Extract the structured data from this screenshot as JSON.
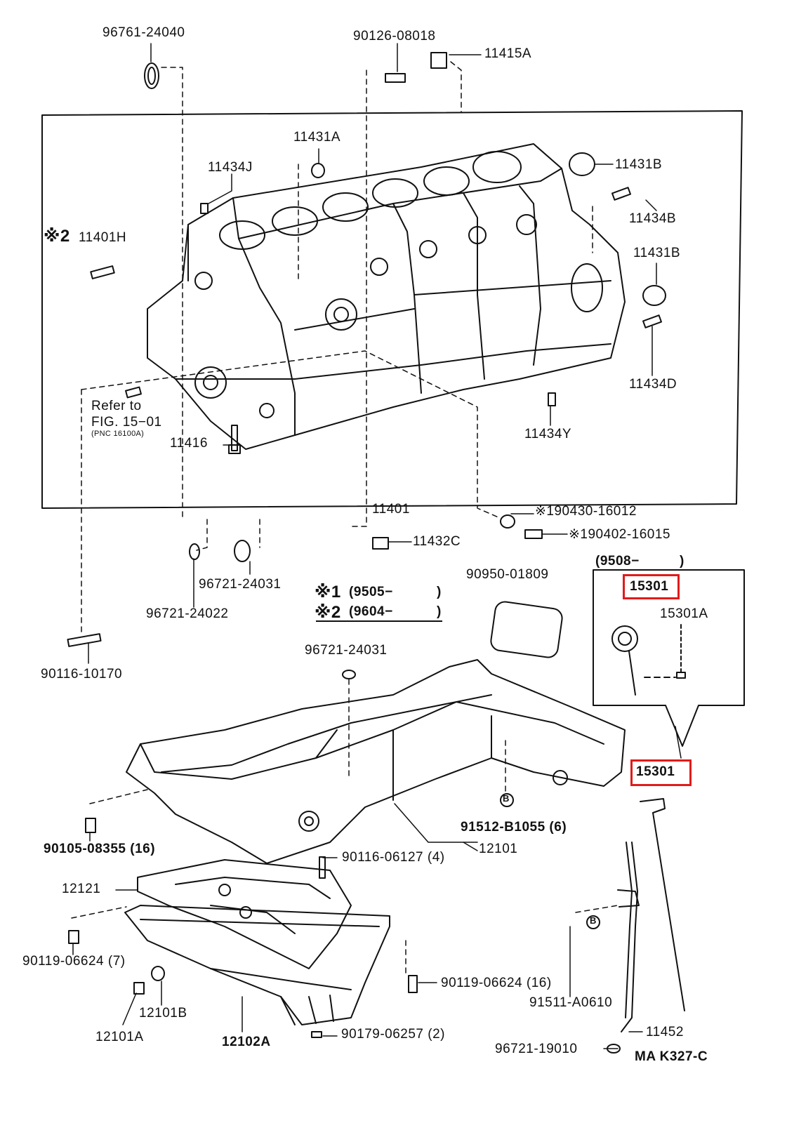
{
  "diagram": {
    "labels": {
      "p96761_24040": "96761-24040",
      "p90126_08018": "90126-08018",
      "p11415A": "11415A",
      "p11431A": "11431A",
      "p11434J": "11434J",
      "p11431B_top": "11431B",
      "p11434B": "11434B",
      "p11401H_mark": "※2",
      "p11401H": "11401H",
      "p11431B_mid": "11431B",
      "p11434D": "11434D",
      "refer_line1": "Refer to",
      "refer_line2": "FIG. 15−01",
      "refer_line3": "(PNC 16100A)",
      "p11416": "11416",
      "p11434Y": "11434Y",
      "p11401": "11401",
      "p90430_16012": "※190430-16012",
      "p90402_16015": "※190402-16015",
      "p11432C": "11432C",
      "p96721_24031_a": "96721-24031",
      "p96721_24022": "96721-24022",
      "note1_mark": "※1",
      "note1_text": "(9505−",
      "note1_close": ")",
      "note2_mark": "※2",
      "note2_text": "(9604−",
      "note2_close": ")",
      "p90950_01809": "90950-01809",
      "inset_date": "(9508−",
      "inset_date_close": ")",
      "inset_15301": "15301",
      "p15301A": "15301A",
      "p90116_10170": "90116-10170",
      "p96721_24031_b": "96721-24031",
      "p15301_main": "15301",
      "p91512_B1055": "91512-B1055 (6)",
      "p90105_08355": "90105-08355 (16)",
      "p90116_06127": "90116-06127 (4)",
      "p12101": "12101",
      "p12121": "12121",
      "p90119_06624_7": "90119-06624 (7)",
      "p90119_06624_16": "90119-06624 (16)",
      "p91511_A0610": "91511-A0610",
      "p12101B": "12101B",
      "p12101A": "12101A",
      "p12102A": "12102A",
      "p90179_06257": "90179-06257 (2)",
      "p11452": "11452",
      "p96721_19010": "96721-19010",
      "fig_code": "MA K327-C",
      "callout_b": "B"
    },
    "highlight_color": "#e01b1b"
  }
}
